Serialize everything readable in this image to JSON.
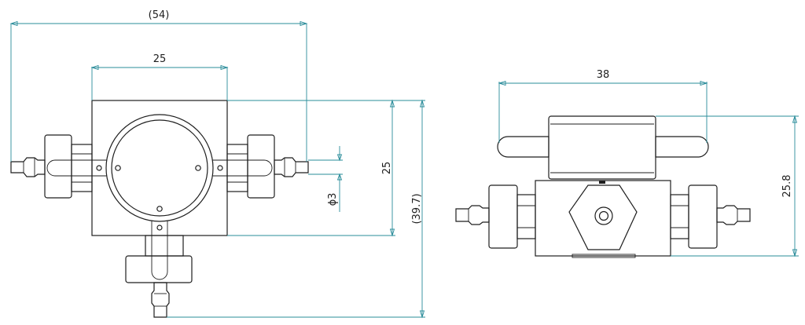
{
  "dimensions": {
    "overall_width": "(54)",
    "body_width": "25",
    "body_height": "25",
    "port_diameter": "ϕ3",
    "overall_height": "(39.7)",
    "handle_width": "38",
    "side_height": "25.8"
  },
  "colors": {
    "dimension_line": "#2a8c9a",
    "outline": "#1e1e1e",
    "background": "#ffffff"
  }
}
